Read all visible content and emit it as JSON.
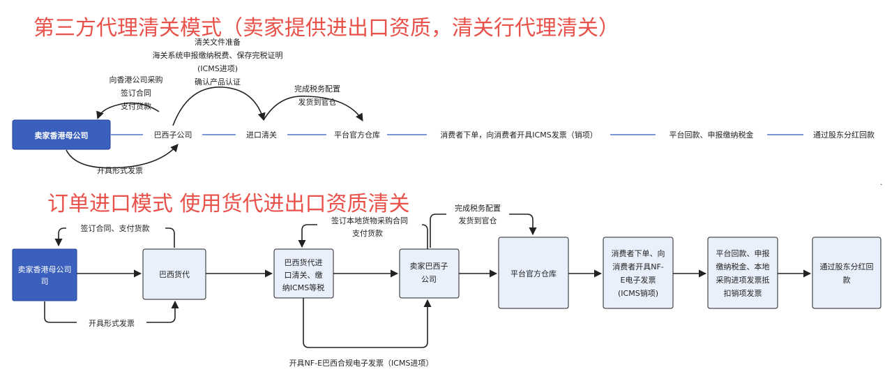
{
  "section1": {
    "title": "第三方代理清关模式（卖家提供进出口资质，清关行代理清关）",
    "hk_parent": "卖家香港母公司",
    "br_sub": "巴西子公司",
    "import_clear": "进口清关",
    "warehouse": "平台官方仓库",
    "consumer_order": "消费者下单，向消费者开具ICMS发票（销项）",
    "platform_payback": "平台回款、申报缴纳税金",
    "dividend": "通过股东分红回款",
    "purchase_note": [
      "向香港公司采购",
      "签订合同",
      "支付货款"
    ],
    "customs_note": [
      "清关文件准备",
      "海关系统申报缴纳税费、保存完税证明",
      "(ICMS进项)",
      "确认产品认证"
    ],
    "tax_config_note": [
      "完成税务配置",
      "发货到官仓"
    ],
    "invoice_note": "开具形式发票"
  },
  "section2": {
    "title": "订单进口模式 使用货代进出口资质清关",
    "hk_parent": [
      "卖家香港母公司",
      "司"
    ],
    "br_forwarder": "巴西货代",
    "forwarder_clear": [
      "巴西货代进",
      "口清关、缴",
      "纳ICMS等税"
    ],
    "seller_br": [
      "卖家巴西子",
      "公司"
    ],
    "warehouse": "平台官方仓库",
    "consumer": [
      "消费者下单、向",
      "消费者开具NF-",
      "E电子发票",
      "(ICMS销项)"
    ],
    "platform": [
      "平台回款、申报",
      "缴纳税金、本地",
      "采购进项发票抵",
      "扣销项发票"
    ],
    "dividend": [
      "通过股东分红回",
      "款"
    ],
    "contract_note": "签订合同、支付货款",
    "local_purchase_note": [
      "签订本地货物采购合同",
      "支付货款"
    ],
    "tax_config_note": [
      "完成税务配置",
      "发货到官仓"
    ],
    "invoice_note": "开具形式发票",
    "nfe_note": "开具NF-E巴西合规电子发票（ICMS进项）"
  },
  "colors": {
    "title": "#e8524a",
    "blue_dark": "#3b5fbd",
    "blue_light": "#eaf0fb",
    "line_blue": "#7d96d6"
  }
}
